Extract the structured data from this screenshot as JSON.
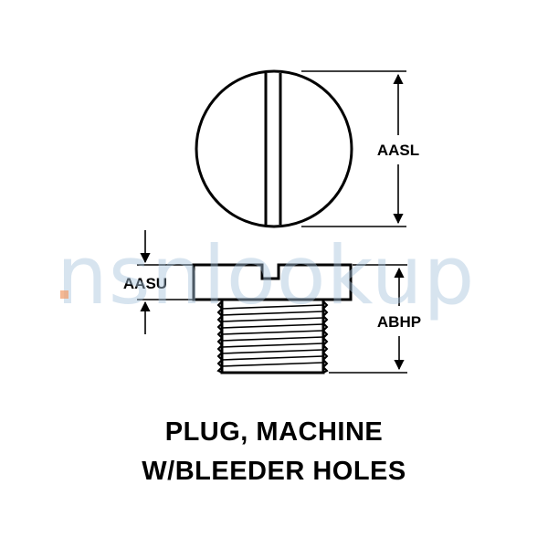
{
  "diagram": {
    "labels": {
      "head_diameter": "AASL",
      "head_height": "AASU",
      "body_length": "ABHP"
    },
    "title_lines": [
      "PLUG, MACHINE",
      "W/BLEEDER HOLES"
    ]
  },
  "watermark": {
    "text": "nsnlookup",
    "color": "#a8c4dc",
    "dot_color": "#f0a070"
  }
}
